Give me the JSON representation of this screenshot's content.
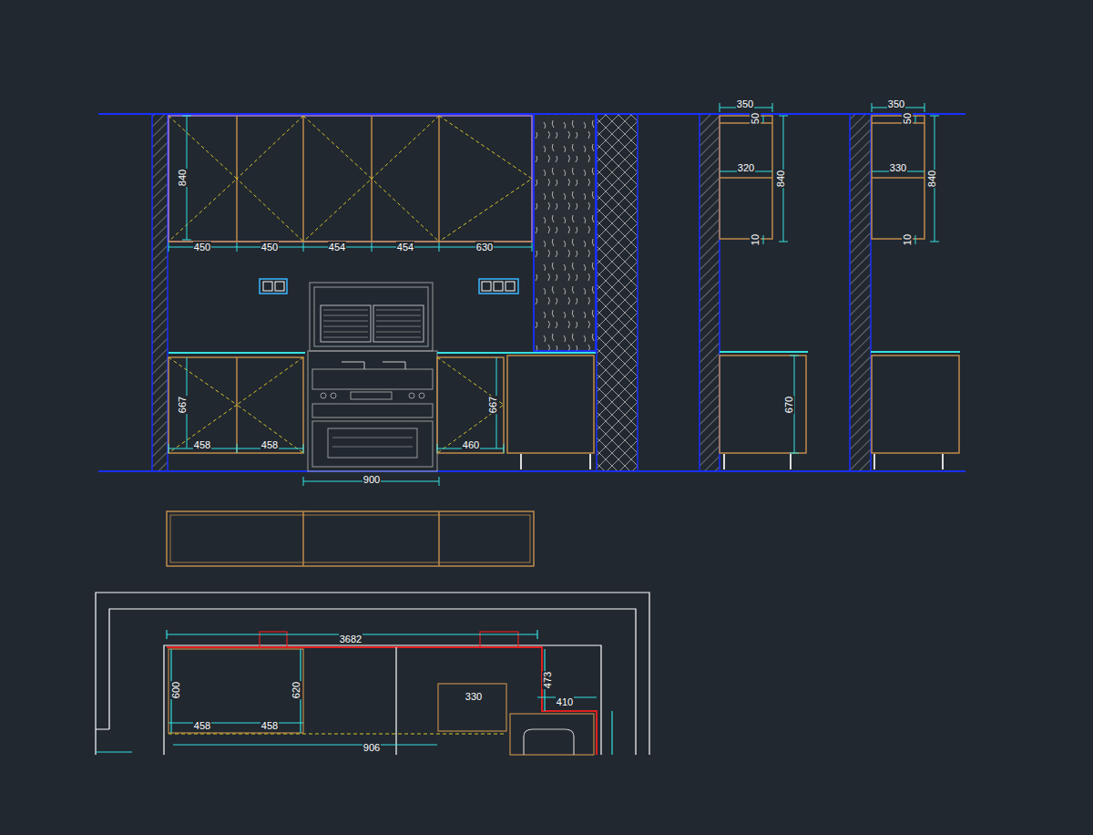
{
  "diagram": {
    "labels": [
      "840",
      "450",
      "450",
      "454",
      "454",
      "630",
      "667",
      "458",
      "458",
      "667",
      "460",
      "900",
      "350",
      "50",
      "320",
      "840",
      "10",
      "670",
      "350",
      "50",
      "330",
      "840",
      "10",
      "3682",
      "600",
      "620",
      "458",
      "458",
      "906",
      "330",
      "473",
      "410"
    ]
  }
}
